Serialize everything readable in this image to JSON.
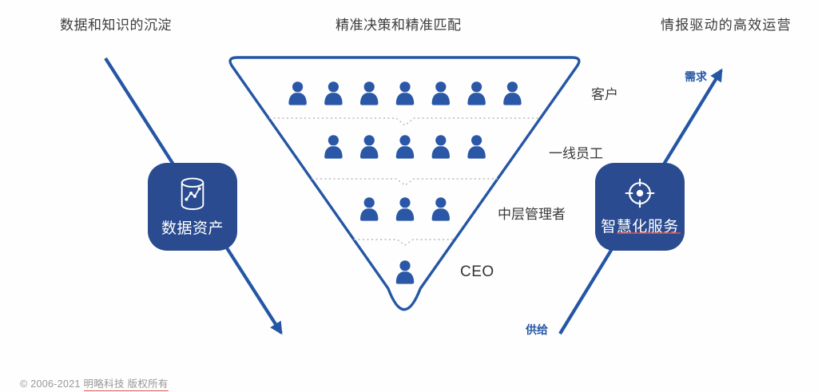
{
  "captions": {
    "left": "数据和知识的沉淀",
    "center": "精准决策和精准匹配",
    "right": "情报驱动的高效运营"
  },
  "funnel": {
    "rows": [
      {
        "label": "客户",
        "count": 7
      },
      {
        "label": "一线员工",
        "count": 5
      },
      {
        "label": "中层管理者",
        "count": 3
      },
      {
        "label": "CEO",
        "count": 1
      }
    ]
  },
  "left_node": {
    "label": "数据资产",
    "icon": "database-chart-icon"
  },
  "right_node": {
    "label": "智慧化服务",
    "icon": "target-icon"
  },
  "flows": {
    "demand_label": "需求",
    "supply_label": "供给"
  },
  "footer": {
    "copyright_prefix": "© 2006-2021 ",
    "copyright_company": "明略科技 版权所有"
  },
  "colors": {
    "primary_blue": "#2456a5",
    "person_blue": "#2b57a7",
    "node_box_blue": "#2a4b8f",
    "caption_gray": "#3c3c3c",
    "separator_gray": "#b8b8b8",
    "copyright_gray": "#989898",
    "underline_red": "#d94f43"
  }
}
